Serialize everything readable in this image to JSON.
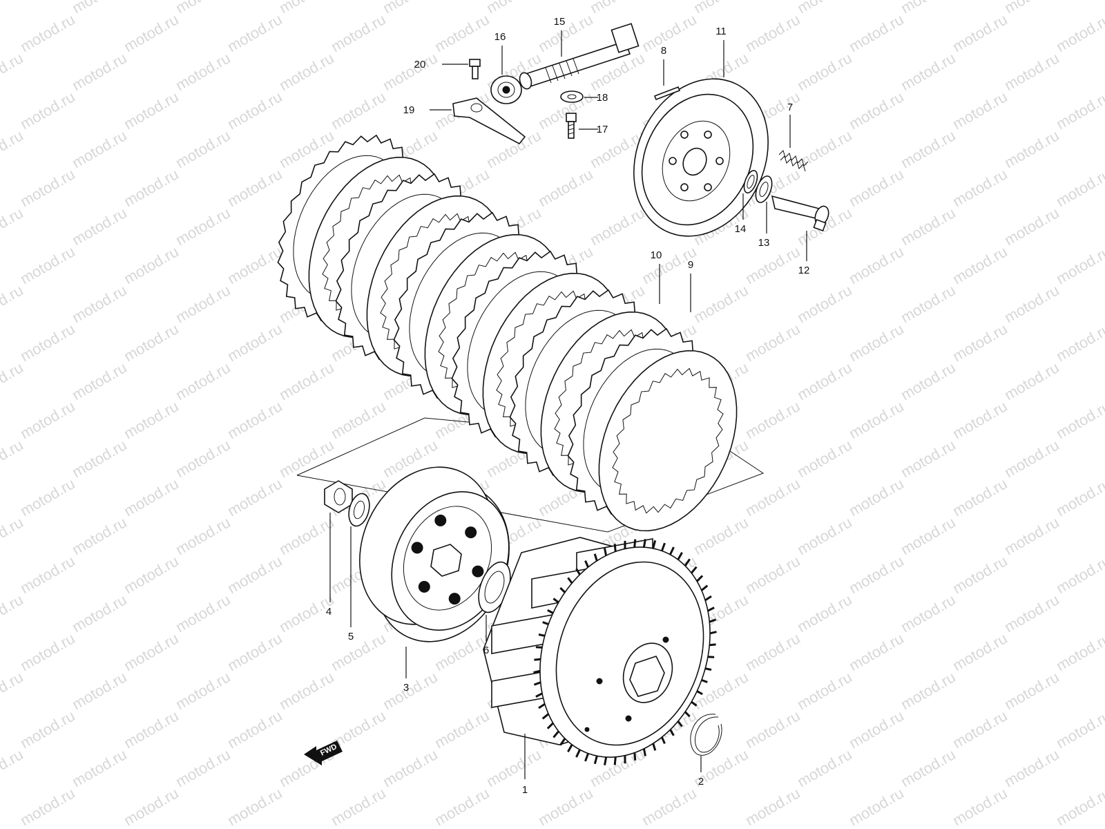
{
  "watermark": {
    "text": "motod.ru"
  },
  "fwd_arrow": {
    "label": "FWD"
  },
  "callouts": [
    {
      "key": "1",
      "label": "1"
    },
    {
      "key": "2",
      "label": "2"
    },
    {
      "key": "3",
      "label": "3"
    },
    {
      "key": "4",
      "label": "4"
    },
    {
      "key": "5",
      "label": "5"
    },
    {
      "key": "6",
      "label": "6"
    },
    {
      "key": "7",
      "label": "7"
    },
    {
      "key": "8",
      "label": "8"
    },
    {
      "key": "9",
      "label": "9"
    },
    {
      "key": "10",
      "label": "10"
    },
    {
      "key": "11",
      "label": "11"
    },
    {
      "key": "12",
      "label": "12"
    },
    {
      "key": "13",
      "label": "13"
    },
    {
      "key": "14",
      "label": "14"
    },
    {
      "key": "15",
      "label": "15"
    },
    {
      "key": "16",
      "label": "16"
    },
    {
      "key": "17",
      "label": "17"
    },
    {
      "key": "18",
      "label": "18"
    },
    {
      "key": "19",
      "label": "19"
    },
    {
      "key": "20",
      "label": "20"
    }
  ]
}
